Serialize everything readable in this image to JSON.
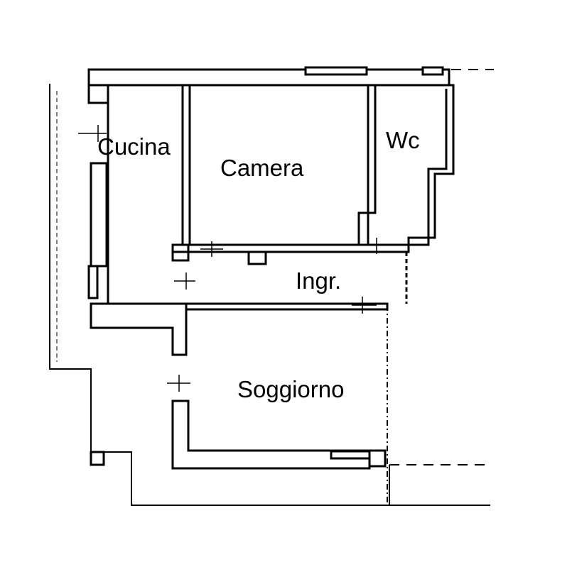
{
  "floor_plan": {
    "rooms": [
      {
        "id": "cucina",
        "label": "Cucina"
      },
      {
        "id": "camera",
        "label": "Camera"
      },
      {
        "id": "wc",
        "label": "Wc"
      },
      {
        "id": "ingresso",
        "label": "Ingr."
      },
      {
        "id": "soggiorno",
        "label": "Soggiorno"
      }
    ],
    "colors": {
      "line": "#000000",
      "background": "#ffffff"
    }
  }
}
